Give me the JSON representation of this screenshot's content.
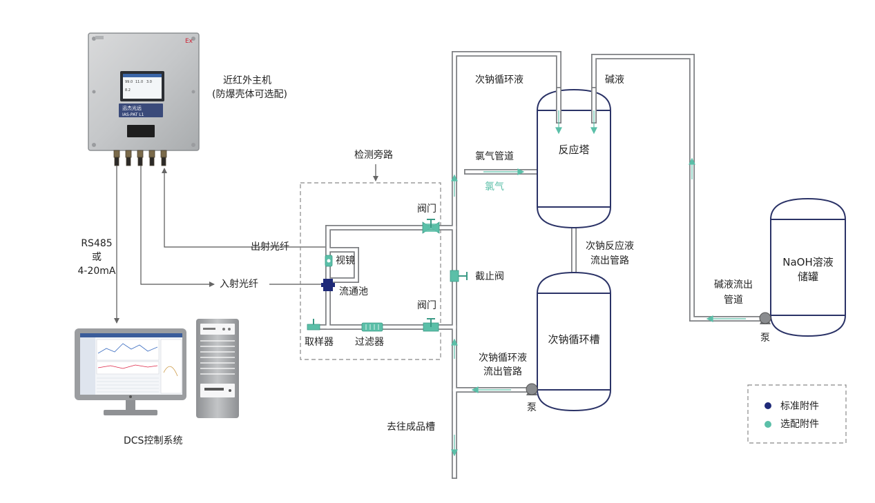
{
  "colors": {
    "pipe": "#7d7f82",
    "pipe_inner": "#ffffff",
    "tank_stroke": "#2a3266",
    "teal": "#5bbfa8",
    "navy": "#1f2a78",
    "dashed": "#888888"
  },
  "host": {
    "label_line1": "近红外主机",
    "label_line2": "(防爆壳体可选配)",
    "brand_text": "迅杰光远",
    "model_text": "IAS-PAT L1",
    "ex_mark": "Ex"
  },
  "signal": {
    "line1": "RS485",
    "line2": "或",
    "line3": "4-20mA"
  },
  "fibers": {
    "out_fiber": "出射光纤",
    "in_fiber": "入射光纤"
  },
  "bypass": {
    "title": "检测旁路",
    "sight_glass": "视镜",
    "flow_cell": "流通池",
    "sampler": "取样器",
    "filter": "过滤器",
    "valve_top": "阀门",
    "valve_bottom": "阀门"
  },
  "main": {
    "stop_valve": "截止阀",
    "reactor": "反应塔",
    "circ_tank": "次钠循环槽",
    "naoh_tank_line1": "NaOH溶液",
    "naoh_tank_line2": "储罐",
    "circ_liquid": "次钠循环液",
    "alkali": "碱液",
    "chlorine_pipe": "氯气管道",
    "chlorine": "氯气",
    "reaction_outlet_line1": "次钠反应液",
    "reaction_outlet_line2": "流出管路",
    "alkali_outlet_line1": "碱液流出",
    "alkali_outlet_line2": "管道",
    "circ_outlet_line1": "次钠循环液",
    "circ_outlet_line2": "流出管路",
    "pump_right": "泵",
    "pump_bottom": "泵",
    "to_product": "去往成品槽"
  },
  "dcs": {
    "label": "DCS控制系统"
  },
  "legend": {
    "items": [
      {
        "label": "标准附件",
        "color": "#1f2a78"
      },
      {
        "label": "选配附件",
        "color": "#5bbfa8"
      }
    ]
  }
}
